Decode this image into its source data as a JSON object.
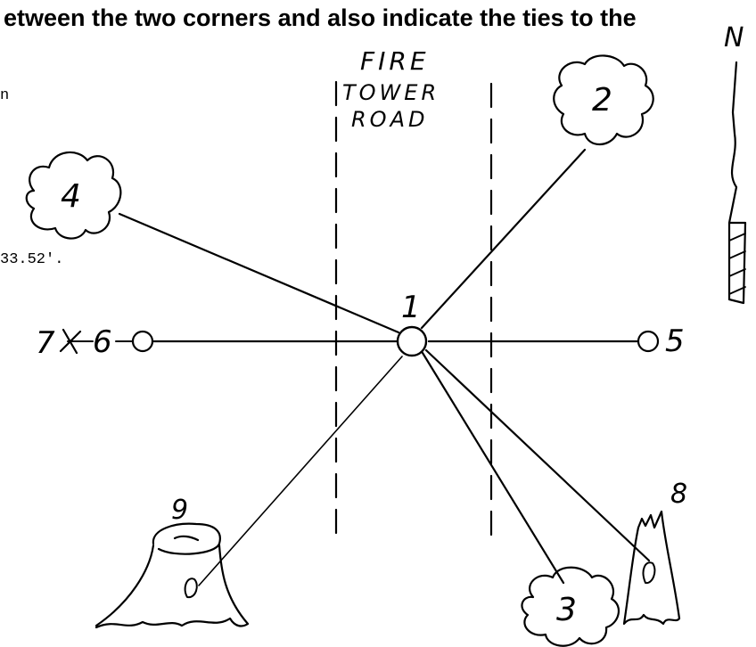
{
  "header_text": "etween the two corners and also indicate the ties to the",
  "fragments": {
    "left_top": "n",
    "left_distance": "33.52'."
  },
  "labels": {
    "road_line1": "FIRE",
    "road_line2": "TOWER",
    "road_line3": "ROAD",
    "corner": "1",
    "tree_2": "2",
    "tree_3": "3",
    "tree_4": "4",
    "point_5": "5",
    "point_6": "6",
    "point_7": "7",
    "stump_8": "8",
    "stump_9": "9",
    "north": "N"
  }
}
